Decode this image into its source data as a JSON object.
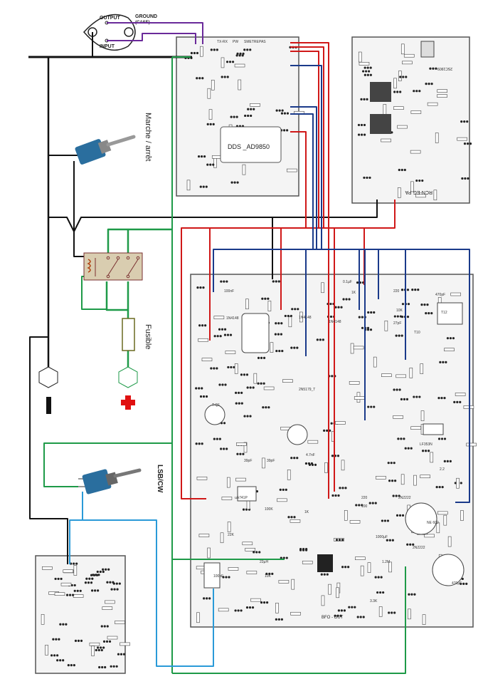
{
  "transistor": {
    "output": "OUTPUT",
    "ground": "GROUND",
    "case": "(CASE)",
    "input": "INPUT"
  },
  "labels": {
    "power_switch": "Marche / arrêt",
    "fuse": "Fusible",
    "mode_switch": "LSB/CW"
  },
  "dds_board": {
    "module": "DDS _AD9850",
    "headers": [
      "TX-RX",
      "PW",
      "SMETRE",
      "PAS"
    ]
  },
  "pa_board": {
    "title": "RCN-EG  PA",
    "regulator": "2SC1909"
  },
  "main_board": {
    "parts": [
      "100nF",
      "1N4148",
      "1N4148",
      "1N4148",
      "2N5179_T",
      "0.1µF",
      "1K",
      "220",
      "10K",
      "27pF",
      "470pF",
      "T12",
      "T10",
      "LF353N",
      "2N2222",
      "2N2222",
      "uA741P",
      "100K",
      "22K",
      "1K",
      "22µH",
      "10K",
      "100pF",
      "NE 602",
      "470µF",
      "1000µF",
      "1.2M",
      "3.3K",
      "2.2",
      "220",
      "100",
      "T-Q1",
      "39pF",
      "39pF",
      "4.7nF"
    ],
    "bfo_out": "BFO - OUT"
  },
  "colors": {
    "ground": "#111111",
    "positive": "#d01818",
    "signal_blue": "#1a3a8a",
    "switched_green": "#1e9a48",
    "audio_cyan": "#2a9ad8",
    "transistor_wires": "#6a2a9a",
    "relay_body": "#d9cdb0",
    "switch_body": "#2a6e9e"
  },
  "icons": [
    "to3-transistor",
    "toggle-switch",
    "relay",
    "fuse",
    "hex-terminal-negative",
    "hex-terminal-positive",
    "minus-icon",
    "plus-icon"
  ]
}
